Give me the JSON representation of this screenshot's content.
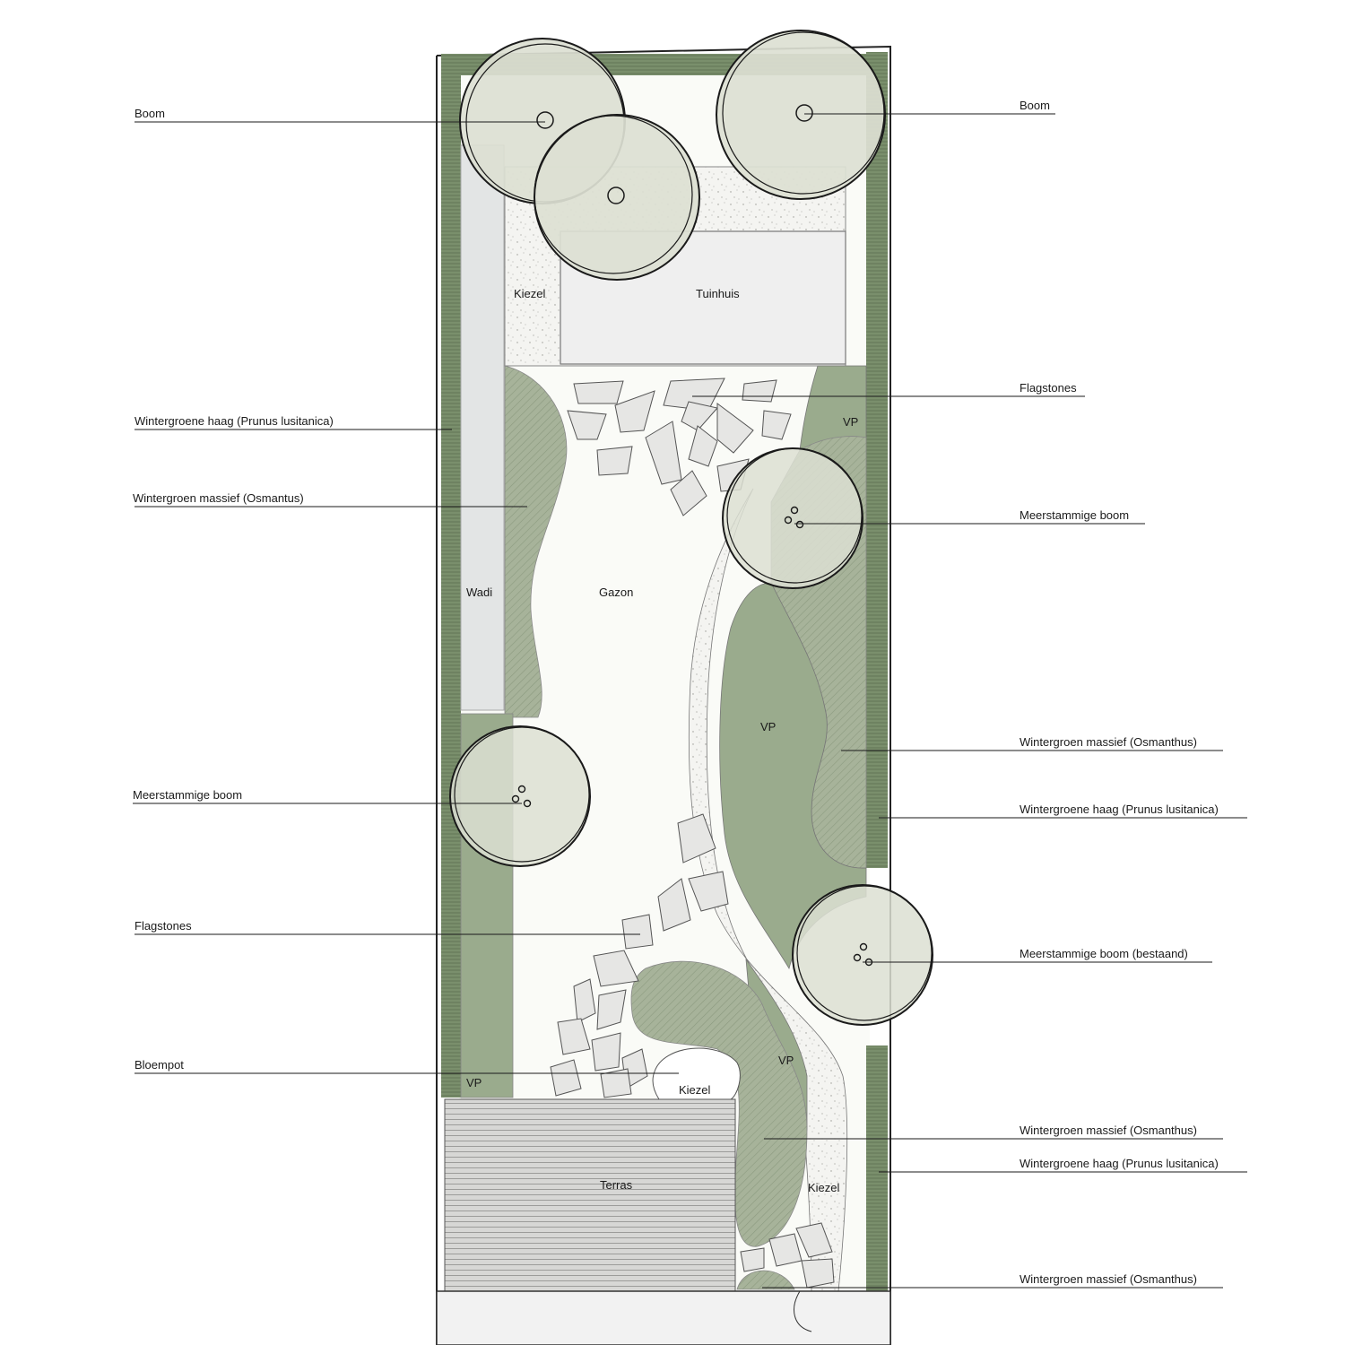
{
  "plan": {
    "colors": {
      "hedge": "#7a8f6c",
      "massif": "#a7b39a",
      "vp": "#9aab8d",
      "lawn": "#fafbf7",
      "gravel": "#f3f3ef",
      "wadi": "#e3e5e5",
      "shed": "#efefef",
      "terrace": "#d8d8d6",
      "tree": "#dcdfd2"
    },
    "area_labels": {
      "kiezel_top": "Kiezel",
      "tuinhuis": "Tuinhuis",
      "vp_top": "VP",
      "wadi": "Wadi",
      "gazon": "Gazon",
      "vp_mid": "VP",
      "vp_left": "VP",
      "vp_low": "VP",
      "kiezel_pot": "Kiezel",
      "terras": "Terras",
      "kiezel_right": "Kiezel"
    },
    "callouts": {
      "boom_left": "Boom",
      "boom_right": "Boom",
      "flagstones_top": "Flagstones",
      "haag_left_top": "Wintergroene haag (Prunus lusitanica)",
      "massief_osmantus_left": "Wintergroen massief (Osmantus)",
      "meerstammige_top": "Meerstammige boom",
      "massief_right_mid": "Wintergroen massief (Osmanthus)",
      "haag_right_mid": "Wintergroene haag (Prunus lusitanica)",
      "meerstammige_left": "Meerstammige boom",
      "flagstones_bottom": "Flagstones",
      "meerstammige_bestaand": "Meerstammige boom (bestaand)",
      "bloempot": "Bloempot",
      "massief_right_low": "Wintergroen massief (Osmanthus)",
      "haag_right_low": "Wintergroene haag (Prunus lusitanica)",
      "massief_bottom": "Wintergroen massief (Osmanthus)"
    }
  }
}
